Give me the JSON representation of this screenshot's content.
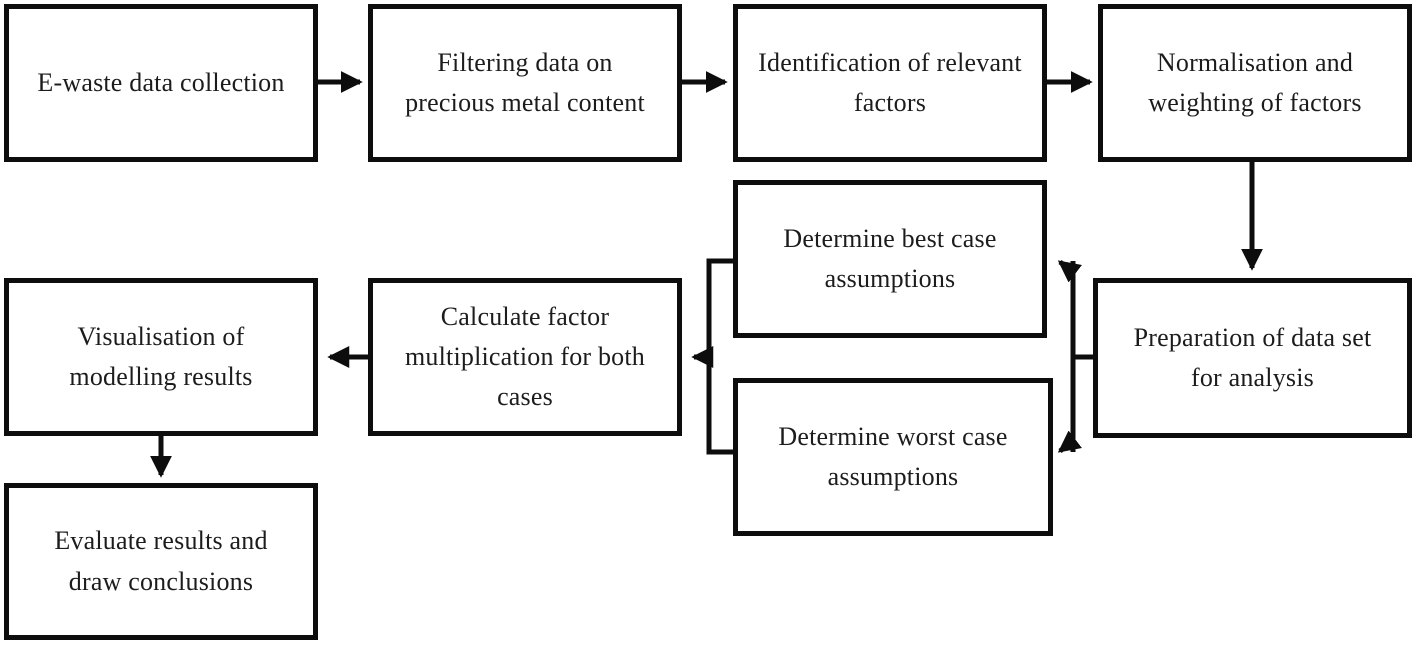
{
  "flowchart": {
    "nodes": [
      {
        "id": "ewaste-data-collection",
        "label": "E-waste data collection"
      },
      {
        "id": "filtering-data",
        "label": "Filtering data on precious metal content"
      },
      {
        "id": "identification-factors",
        "label": "Identification of relevant factors"
      },
      {
        "id": "normalisation-weighting",
        "label": "Normalisation and weighting of factors"
      },
      {
        "id": "determine-best-case",
        "label": "Determine best case assumptions"
      },
      {
        "id": "preparation-data-set",
        "label": "Preparation of data set for analysis"
      },
      {
        "id": "visualisation-results",
        "label": "Visualisation of modelling results"
      },
      {
        "id": "calculate-factor",
        "label": "Calculate factor multiplication for both cases"
      },
      {
        "id": "determine-worst-case",
        "label": "Determine worst case assumptions"
      },
      {
        "id": "evaluate-results",
        "label": "Evaluate results and draw conclusions"
      }
    ],
    "edges": [
      {
        "from": "ewaste-data-collection",
        "to": "filtering-data"
      },
      {
        "from": "filtering-data",
        "to": "identification-factors"
      },
      {
        "from": "identification-factors",
        "to": "normalisation-weighting"
      },
      {
        "from": "normalisation-weighting",
        "to": "preparation-data-set"
      },
      {
        "from": "preparation-data-set",
        "to": "determine-best-case"
      },
      {
        "from": "preparation-data-set",
        "to": "determine-worst-case"
      },
      {
        "from": "determine-best-case",
        "to": "calculate-factor"
      },
      {
        "from": "determine-worst-case",
        "to": "calculate-factor"
      },
      {
        "from": "calculate-factor",
        "to": "visualisation-results"
      },
      {
        "from": "visualisation-results",
        "to": "evaluate-results"
      }
    ],
    "colors": {
      "border": "#0d0d0d",
      "arrow": "#0d0d0d",
      "text": "#1c1c1c",
      "background": "#ffffff"
    }
  }
}
